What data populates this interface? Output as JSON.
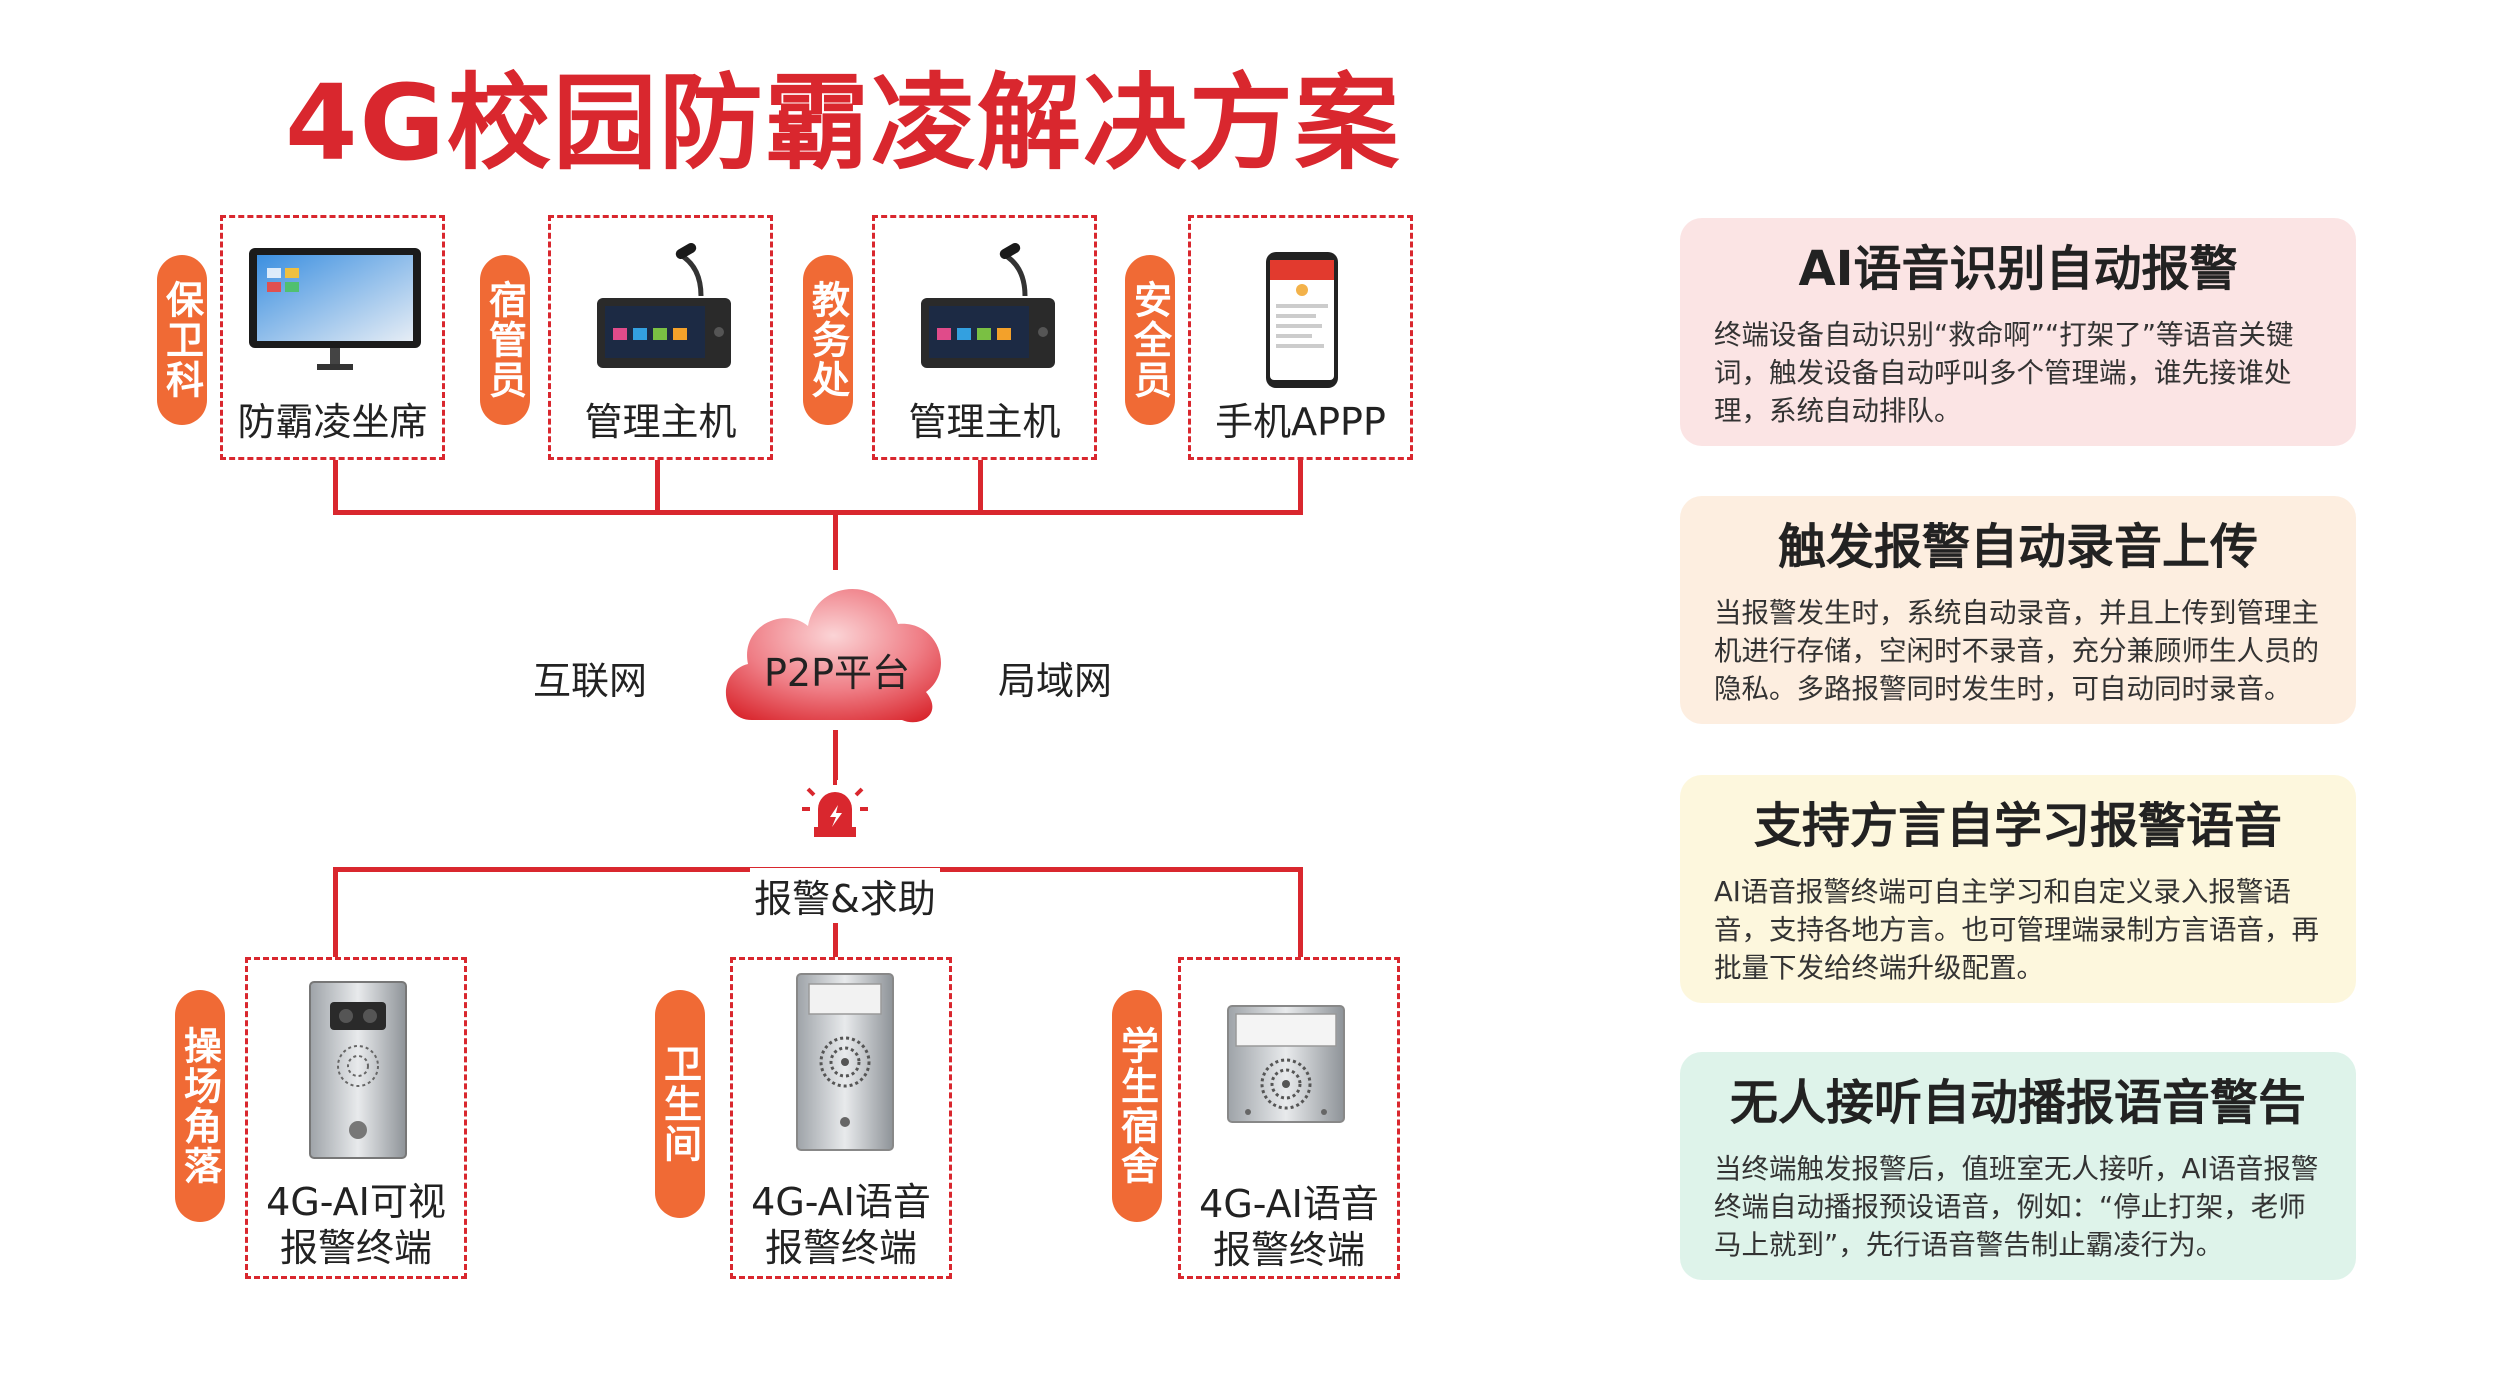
{
  "title": "4G校园防霸凌解决方案",
  "top_devices": [
    {
      "side_label": "保卫科",
      "label": "防霸凌坐席",
      "icon": "monitor-icon"
    },
    {
      "side_label": "宿管员",
      "label": "管理主机",
      "icon": "console-icon"
    },
    {
      "side_label": "教务处",
      "label": "管理主机",
      "icon": "console-icon"
    },
    {
      "side_label": "安全员",
      "label": "手机APPP",
      "icon": "phone-icon"
    }
  ],
  "network": {
    "cloud_label": "P2P平台",
    "left_label": "互联网",
    "right_label": "局域网",
    "alarm_label": "报警&求助"
  },
  "bottom_devices": [
    {
      "side_label": "操场角落",
      "label_line1": "4G-AI可视",
      "label_line2": "报警终端",
      "icon": "video-terminal-icon"
    },
    {
      "side_label": "卫生间",
      "label_line1": "4G-AI语音",
      "label_line2": "报警终端",
      "icon": "voice-terminal-icon"
    },
    {
      "side_label": "学生宿舍",
      "label_line1": "4G-AI语音",
      "label_line2": "报警终端",
      "icon": "voice-box-icon"
    }
  ],
  "features": [
    {
      "title": "AI语音识别自动报警",
      "text": "终端设备自动识别“救命啊”“打架了”等语音关键词，触发设备自动呼叫多个管理端，谁先接谁处理，系统自动排队。",
      "bg": "#fbe4e4"
    },
    {
      "title": "触发报警自动录音上传",
      "text": "当报警发生时，系统自动录音，并且上传到管理主机进行存储，空闲时不录音，充分兼顾师生人员的隐私。多路报警同时发生时，可自动同时录音。",
      "bg": "#fdeee0"
    },
    {
      "title": "支持方言自学习报警语音",
      "text": "AI语音报警终端可自主学习和自定义录入报警语音，支持各地方言。也可管理端录制方言语音，再批量下发给终端升级配置。",
      "bg": "#fdf7dd"
    },
    {
      "title": "无人接听自动播报语音警告",
      "text": "当终端触发报警后，值班室无人接听，AI语音报警终端自动播报预设语音，例如：“停止打架，老师马上就到”，先行语音警告制止霸凌行为。",
      "bg": "#def3ea"
    }
  ],
  "colors": {
    "accent": "#d9272e",
    "pill": "#f06a35"
  }
}
